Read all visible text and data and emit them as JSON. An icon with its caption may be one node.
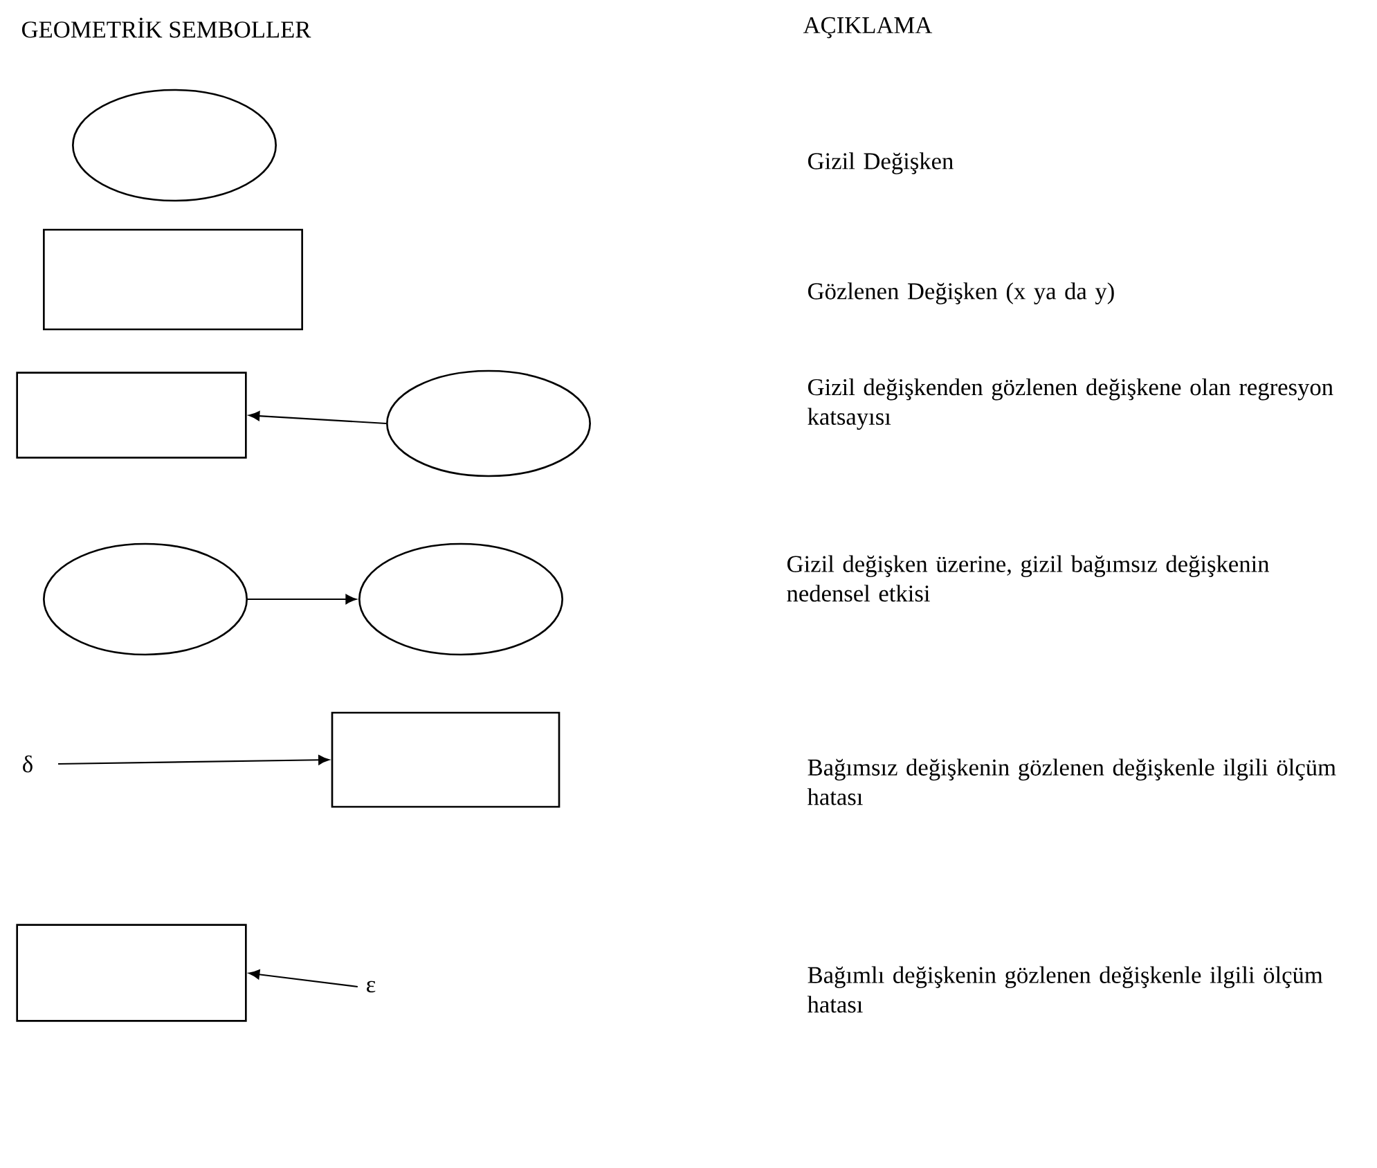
{
  "diagram": {
    "nodes": [
      {
        "text": [],
        "shape": "ellipse"
      },
      {
        "text": [],
        "shape": "box"
      },
      {
        "text": [],
        "shape": "box"
      },
      {
        "text": [],
        "shape": "ellipse"
      },
      {
        "text": [],
        "shape": "ellipse"
      },
      {
        "text": [],
        "shape": "ellipse"
      },
      {
        "text": [
          "δ"
        ]
      },
      {
        "text": [],
        "shape": "box"
      },
      {
        "text": [],
        "shape": "box"
      },
      {
        "text": [
          "ε"
        ]
      }
    ],
    "edges": [
      {
        "from": 3,
        "to": 2,
        "arrow": "to"
      },
      {
        "from": 4,
        "to": 5,
        "arrow": "to"
      },
      {
        "from": 6,
        "to": 7,
        "arrow": "to"
      },
      {
        "from": 9,
        "to": 8,
        "arrow": "to"
      }
    ],
    "labels": [
      "GEOMETRİK SEMBOLLER",
      "AÇIKLAMA",
      "Gizil Değişken",
      "Gözlenen Değişken (x ya da y)",
      "Gizil değişkenden gözlenen değişkene olan regresyon katsayısı",
      "Gizil değişken üzerine, gizil bağımsız değişkenin nedensel etkisi",
      "Bağımsız değişkenin gözlenen değişkenle ilgili ölçüm hatası",
      "Bağımlı değişkenin gözlenen değişkenle ilgili ölçüm hatası"
    ]
  }
}
